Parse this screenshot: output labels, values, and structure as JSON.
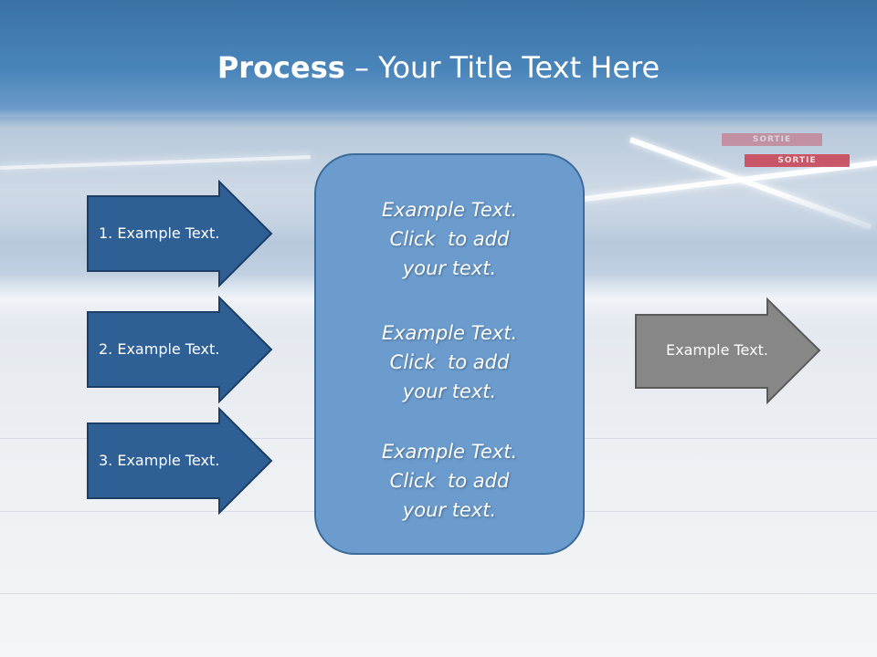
{
  "slide": {
    "title_bold": "Process",
    "title_rest": " – Your Title Text Here"
  },
  "background": {
    "signs": [
      "SORTIE",
      "SORTIE"
    ]
  },
  "left_arrows": [
    {
      "label": "1. Example Text."
    },
    {
      "label": "2. Example Text."
    },
    {
      "label": "3. Example Text."
    }
  ],
  "center_box": {
    "items": [
      {
        "lines": [
          "Example Text.",
          "Click  to add",
          "your text."
        ]
      },
      {
        "lines": [
          "Example Text.",
          "Click  to add",
          "your text."
        ]
      },
      {
        "lines": [
          "Example Text.",
          "Click  to add",
          "your text."
        ]
      }
    ]
  },
  "right_arrow": {
    "label": "Example Text."
  },
  "colors": {
    "title_band": "#4a85ba",
    "left_arrow_fill": "#2e5f95",
    "left_arrow_stroke": "#1c3e66",
    "center_fill": "#6b9ccd",
    "center_stroke": "#3b6b9a",
    "right_arrow_fill": "#878787",
    "right_arrow_stroke": "#5a5a5a"
  }
}
